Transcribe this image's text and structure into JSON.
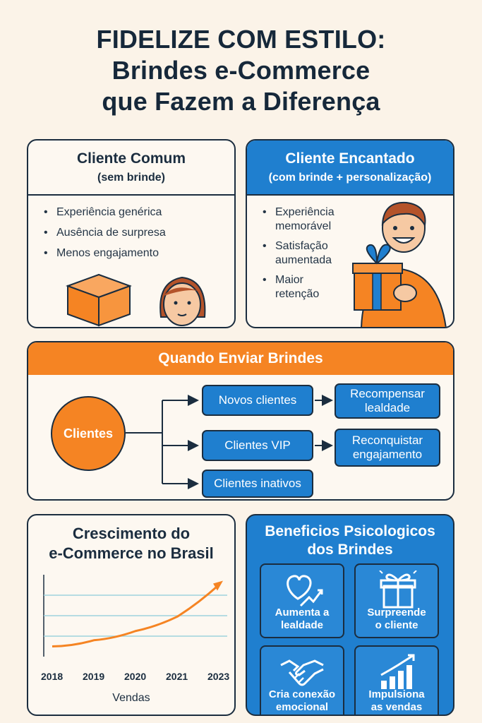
{
  "title": {
    "line1": "FIDELIZE COM ESTILO:",
    "line2": "Brindes e-Commerce",
    "line3": "que Fazem a Diferença"
  },
  "common_client": {
    "heading": "Cliente Comum",
    "subheading": "(sem brinde)",
    "bullets": [
      "Experiência genérica",
      "Ausência de surpresa",
      "Menos engajamento"
    ]
  },
  "delighted_client": {
    "heading": "Cliente Encantado",
    "subheading": "(com brinde + personalização)",
    "bullets": [
      "Experiência memorável",
      "Satisfação aumentada",
      "Maior retenção"
    ]
  },
  "when_to_send": {
    "heading": "Quando Enviar Brindes",
    "root": "Clientes",
    "segments": [
      "Novos clientes",
      "Clientes VIP",
      "Clientes inativos"
    ],
    "outcomes": [
      "Recompensar lealdade",
      "Reconquistar engajamento"
    ]
  },
  "growth": {
    "title_line1": "Crescimento do",
    "title_line2": "e-Commerce no Brasil",
    "xlabel": "Vendas"
  },
  "chart_data": {
    "type": "line",
    "title": "Crescimento do e-Commerce no Brasil",
    "xlabel": "Vendas",
    "ylabel": "",
    "categories": [
      "2018",
      "2019",
      "2020",
      "2021",
      "2023"
    ],
    "series": [
      {
        "values": [
          1.0,
          1.6,
          2.5,
          3.9,
          7.0
        ]
      }
    ],
    "ylim": [
      0,
      8
    ],
    "grid": true,
    "color": "#f58423",
    "grid_color": "#9fd3de"
  },
  "benefits": {
    "title_line1": "Beneficios Psicologicos",
    "title_line2": "dos Brindes",
    "items": [
      {
        "line1": "Aumenta a",
        "line2": "lealdade",
        "icon": "heart-growth-icon"
      },
      {
        "line1": "Surpreende",
        "line2": "o cliente",
        "icon": "gift-box-icon"
      },
      {
        "line1": "Cria conexão",
        "line2": "emocional",
        "icon": "handshake-icon"
      },
      {
        "line1": "Impulsiona",
        "line2": "as vendas",
        "icon": "bar-chart-up-icon"
      }
    ]
  },
  "colors": {
    "background": "#fbf3e8",
    "blue": "#1f7fcf",
    "orange": "#f58423",
    "ink": "#1b2d3f"
  }
}
